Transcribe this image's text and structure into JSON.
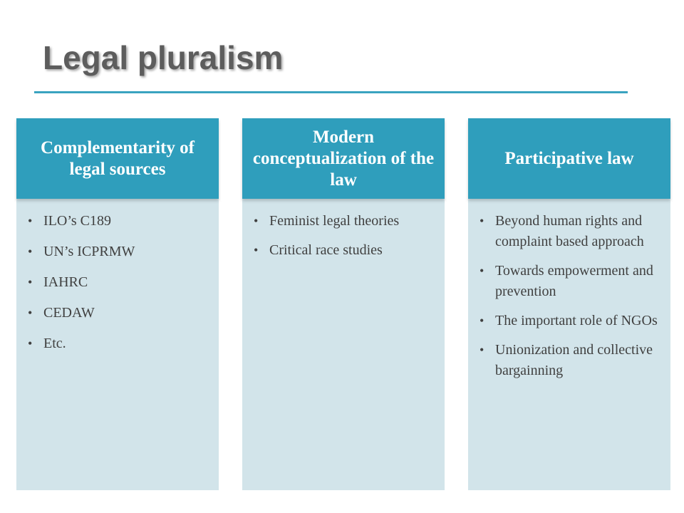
{
  "slide": {
    "title": "Legal pluralism",
    "accent_color": "#3aa3c0",
    "header_color": "#2f9ebc",
    "panel_color": "#d2e4ea"
  },
  "columns": [
    {
      "header": "Complementarity of legal sources",
      "items": [
        "ILO’s C189",
        "UN’s ICPRMW",
        "IAHRC",
        "CEDAW",
        "Etc."
      ]
    },
    {
      "header": "Modern conceptualization of the law",
      "items": [
        "Feminist legal theories",
        "Critical race studies"
      ]
    },
    {
      "header": "Participative law",
      "items": [
        "Beyond human rights and complaint based approach",
        "Towards empowerment and prevention",
        "The important role of NGOs",
        "Unionization and collective bargainning"
      ]
    }
  ]
}
